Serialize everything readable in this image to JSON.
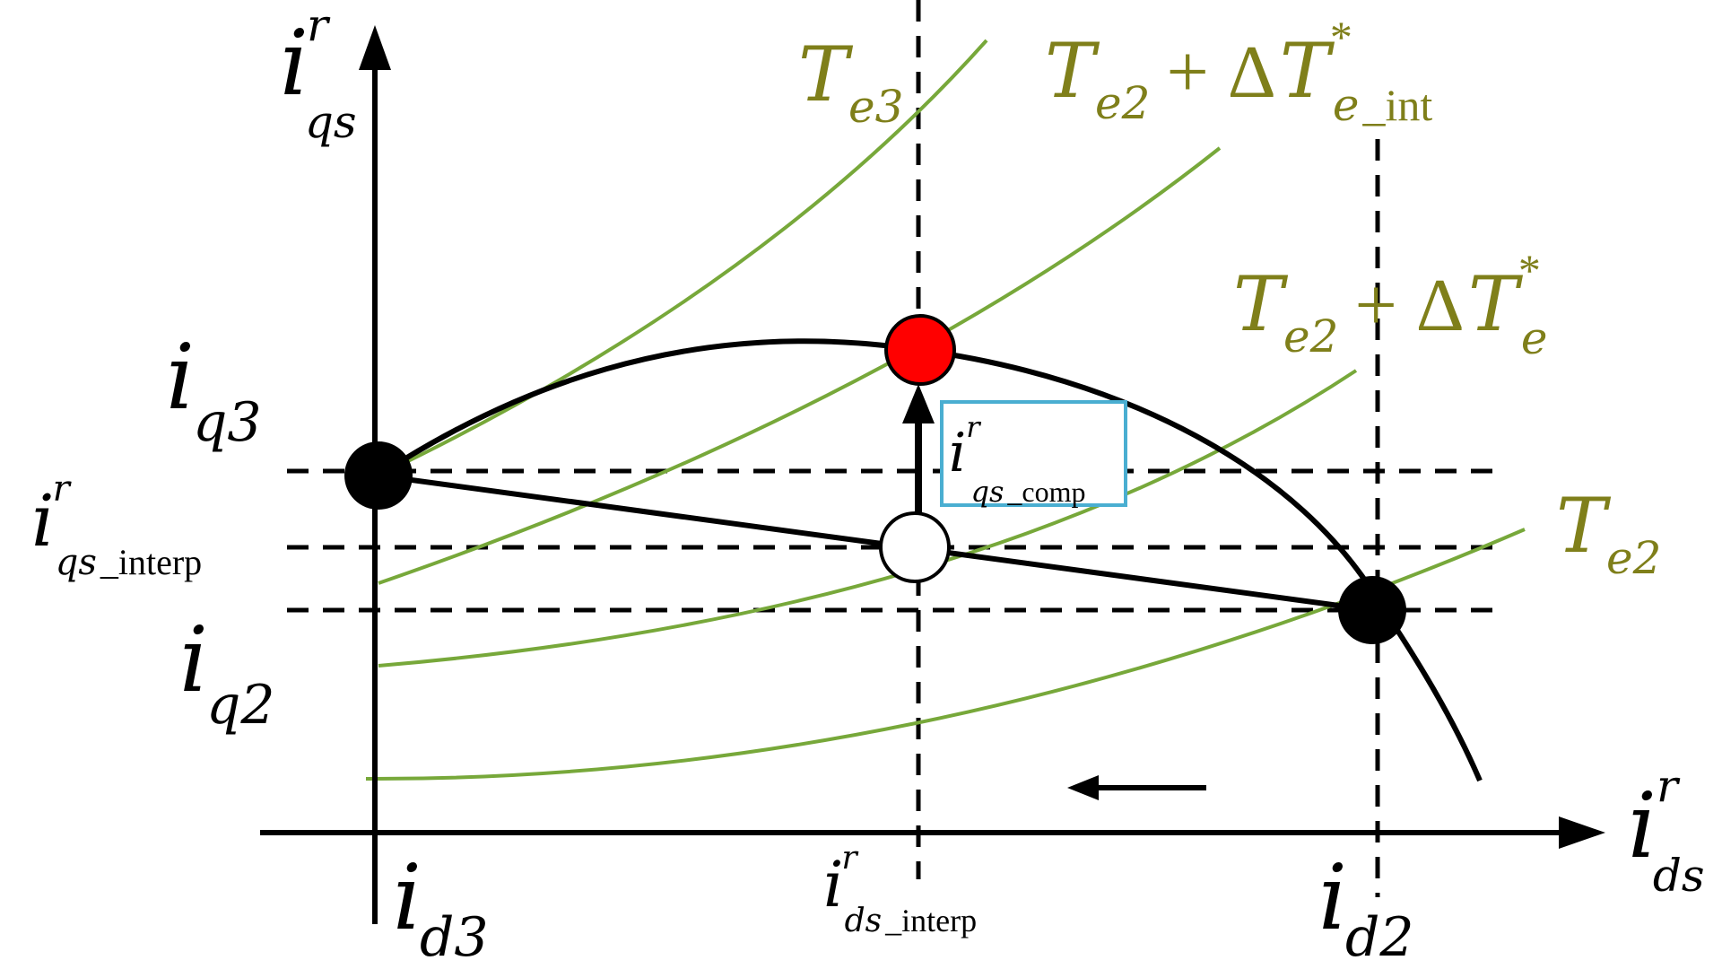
{
  "diagram": {
    "axes": {
      "y_axis": {
        "main": "i",
        "sup": "r",
        "sub": "qs"
      },
      "x_axis": {
        "main": "i",
        "sup": "r",
        "sub": "ds"
      }
    },
    "ticks": {
      "iq3": {
        "main": "i",
        "sub": "q3"
      },
      "iq2": {
        "main": "i",
        "sub": "q2"
      },
      "iqs_interp": {
        "main": "i",
        "sup": "r",
        "sub_it": "qs",
        "sub_rm": "_interp"
      },
      "id3": {
        "main": "i",
        "sub": "d3"
      },
      "id2": {
        "main": "i",
        "sub": "d2"
      },
      "ids_interp": {
        "main": "i",
        "sup": "r",
        "sub_it": "ds",
        "sub_rm": "_interp"
      }
    },
    "curve_labels": {
      "te3": {
        "main": "T",
        "sub": "e3"
      },
      "te2_int": {
        "T": "T",
        "sub": "e2",
        "op": "+ Δ",
        "T2": "T",
        "star": "*",
        "sub2_it": "e",
        "sub2_rm": "_int"
      },
      "te2_delta": {
        "T": "T",
        "sub": "e2",
        "op": "+ Δ",
        "T2": "T",
        "star": "*",
        "sub2": "e"
      },
      "te2": {
        "main": "T",
        "sub": "e2"
      }
    },
    "comp_label": {
      "main": "i",
      "sup": "r",
      "sub_it": "qs",
      "sub_rm": "_comp"
    },
    "colors": {
      "torque_curve": "#77a83a",
      "torque_label": "#7f7f1a",
      "operating_point": "#ff0000",
      "comp_box_border": "#4aaed1",
      "black": "#000000"
    },
    "points": {
      "start": "filled-black",
      "end": "filled-black",
      "interpolated": "hollow-white",
      "compensated": "filled-red"
    }
  }
}
